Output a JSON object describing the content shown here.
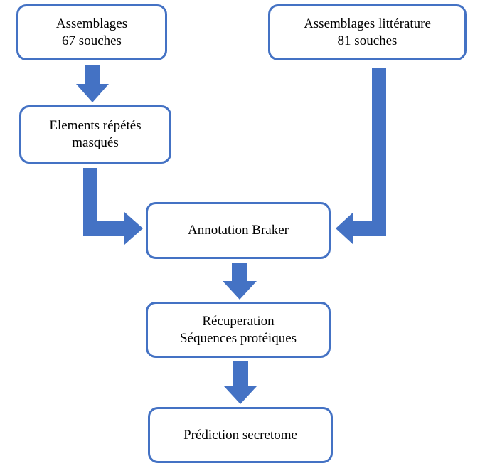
{
  "colors": {
    "accent": "#4472C4",
    "text": "#000000",
    "background": "#ffffff"
  },
  "nodes": {
    "assemblages": {
      "line1": "Assemblages",
      "line2": "67 souches"
    },
    "litterature": {
      "line1": "Assemblages littérature",
      "line2": "81 souches"
    },
    "masques": {
      "line1": "Elements répétés",
      "line2": "masqués"
    },
    "braker": {
      "line1": "Annotation Braker"
    },
    "recuperation": {
      "line1": "Récuperation",
      "line2": "Séquences protéiques"
    },
    "secretome": {
      "line1": "Prédiction secretome"
    }
  },
  "edges": [
    {
      "from": "assemblages",
      "to": "masques"
    },
    {
      "from": "masques",
      "to": "braker"
    },
    {
      "from": "litterature",
      "to": "braker"
    },
    {
      "from": "braker",
      "to": "recuperation"
    },
    {
      "from": "recuperation",
      "to": "secretome"
    }
  ]
}
